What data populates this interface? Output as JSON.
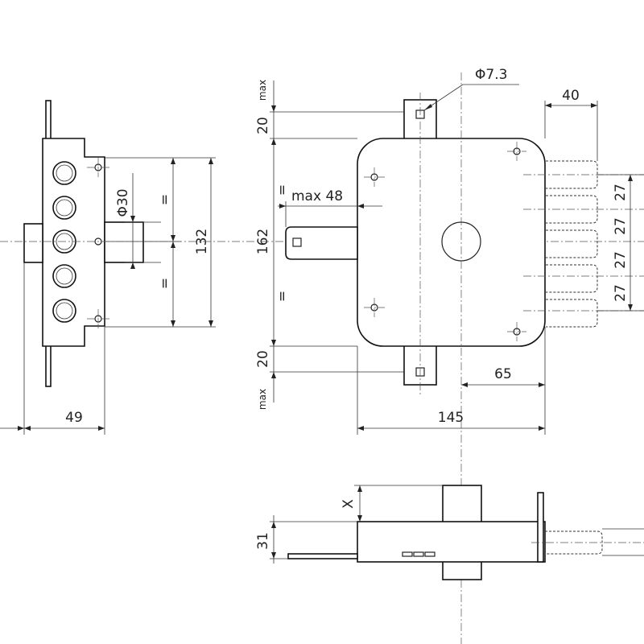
{
  "dimensions": {
    "side_width": "49",
    "diameter": "Φ30",
    "height_132": "132",
    "equal_mark": "=",
    "hole": "Φ7.3",
    "top_20": "20",
    "bottom_20": "20",
    "max_label": "max",
    "max48": "max 48",
    "height_162": "162",
    "body_width": "145",
    "offset_65": "65",
    "bolt_40": "40",
    "pitch": "27",
    "x_label": "X",
    "depth_31": "31"
  }
}
